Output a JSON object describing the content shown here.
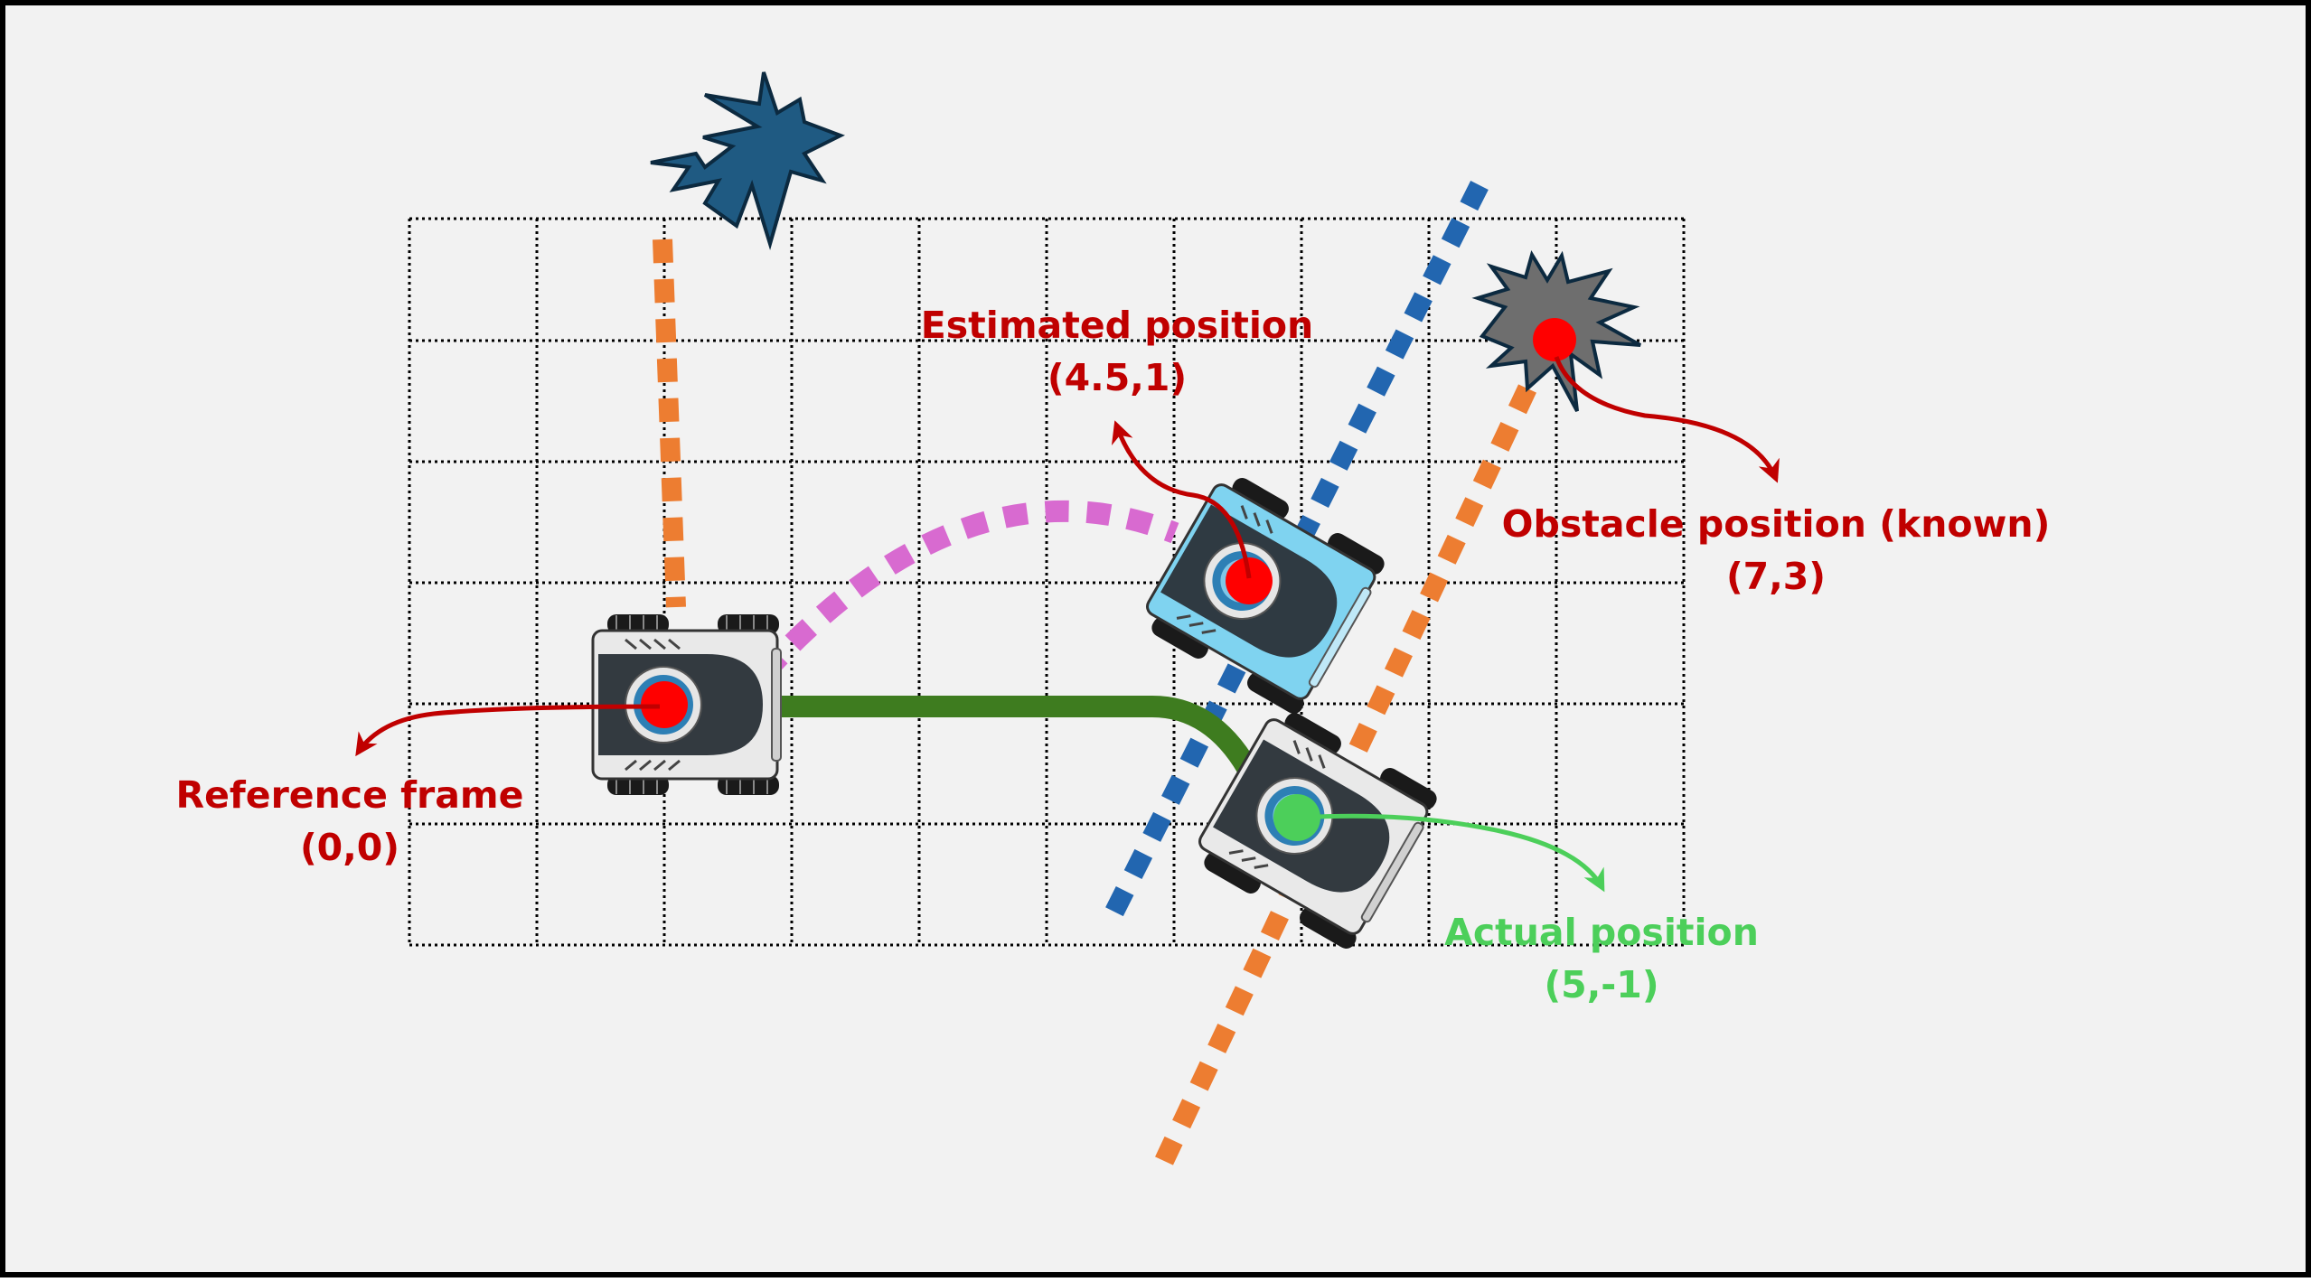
{
  "labels": {
    "estimated": {
      "line1": "Estimated position",
      "line2": "(4.5,1)"
    },
    "obstacle": {
      "line1": "Obstacle position (known)",
      "line2": "(7,3)"
    },
    "reference": {
      "line1": "Reference frame",
      "line2": "(0,0)"
    },
    "actual": {
      "line1": "Actual position",
      "line2": "(5,-1)"
    }
  },
  "colors": {
    "background": "#f2f2f2",
    "frame": "#000000",
    "label_red": "#c00000",
    "label_green": "#4ccf5a",
    "marker_red": "#ff0000",
    "marker_green": "#4ccf5a",
    "path_green": "#3e7c1f",
    "dash_orange": "#ed7d31",
    "dash_blue": "#2266b0",
    "dash_pink": "#d86ad0",
    "landmark_blue": "#1f5a82",
    "obstacle_grey": "#6e6e6e",
    "robot_estimated_body": "#7fd3f0"
  },
  "icons": {
    "landmark": "star-burst-icon",
    "obstacle": "star-burst-icon",
    "robot": "rover-robot-icon"
  }
}
